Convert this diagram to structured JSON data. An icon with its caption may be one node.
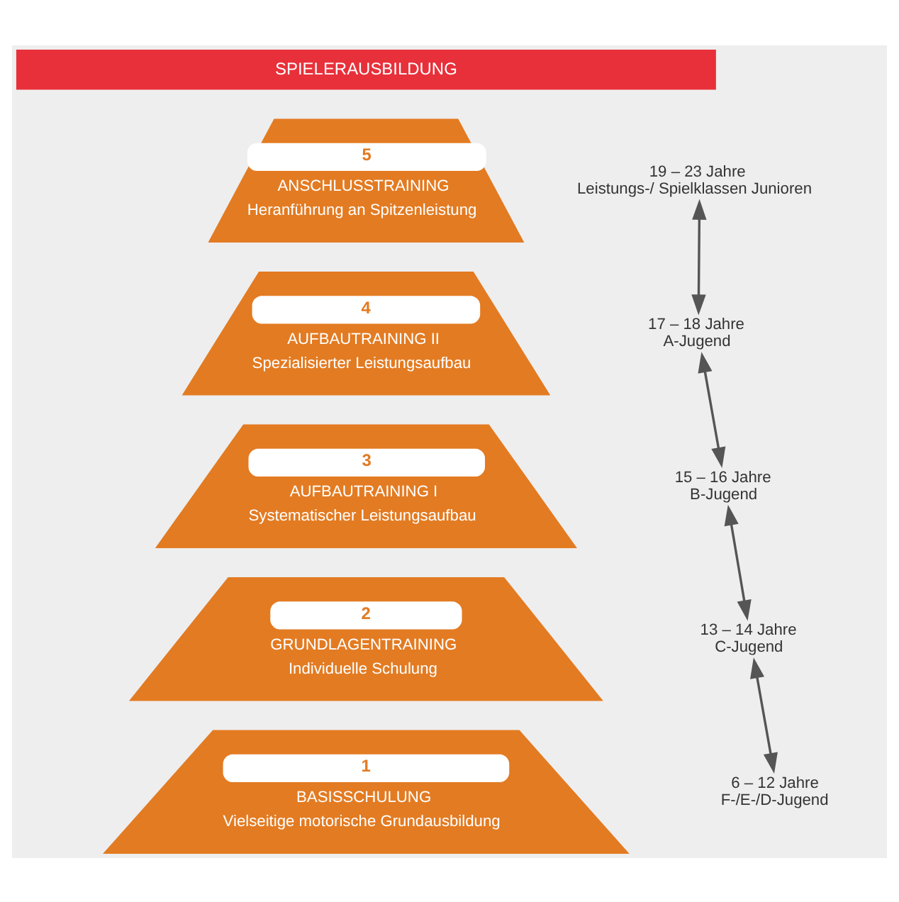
{
  "diagram": {
    "nodes": [
      {
        "text": [
          "SPIELERAUSBILDUNG"
        ]
      },
      {
        "text": [
          "5",
          "ANSCHLUSSTRAINING",
          "Heranführung an Spitzenleistung"
        ]
      },
      {
        "text": [
          "19 – 23 Jahre",
          "Leistungs-/ Spielklassen Junioren"
        ]
      },
      {
        "text": [
          "4",
          "AUFBAUTRAINING II",
          "Spezialisierter Leistungsaufbau"
        ]
      },
      {
        "text": [
          "17 – 18 Jahre",
          "A-Jugend"
        ]
      },
      {
        "text": [
          "3",
          "AUFBAUTRAINING I",
          "Systematischer Leistungsaufbau"
        ]
      },
      {
        "text": [
          "15 – 16 Jahre",
          "B-Jugend"
        ]
      },
      {
        "text": [
          "2",
          "GRUNDLAGENTRAINING",
          "Individuelle Schulung"
        ]
      },
      {
        "text": [
          "13 – 14 Jahre",
          "C-Jugend"
        ]
      },
      {
        "text": [
          "1",
          "BASISSCHULUNG",
          "Vielseitige motorische Grundausbildung"
        ]
      },
      {
        "text": [
          "6 – 12 Jahre",
          "F-/E-/D-Jugend"
        ]
      }
    ],
    "edges": [
      {
        "from": 2,
        "to": 4,
        "arrow": "both"
      },
      {
        "from": 4,
        "to": 6,
        "arrow": "both"
      },
      {
        "from": 6,
        "to": 8,
        "arrow": "both"
      },
      {
        "from": 8,
        "to": 10,
        "arrow": "both"
      }
    ]
  }
}
